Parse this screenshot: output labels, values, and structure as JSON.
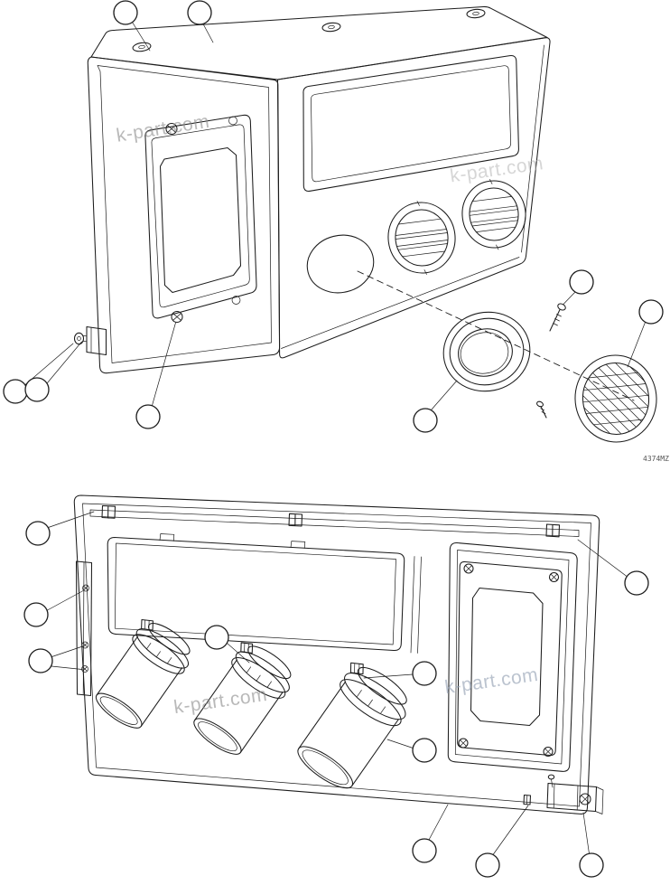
{
  "page": {
    "background": "#ffffff"
  },
  "colors": {
    "ink": "#1c1c1c",
    "watermark_gray": "#8c8c8c",
    "watermark_blue": "#98a4b6"
  },
  "watermarks": [
    "k-part.com",
    "k-part.com",
    "k-part.com",
    "k-part.com"
  ],
  "code": "4374MZ",
  "callouts": {
    "top_view_count": 8,
    "bottom_view_count": 10,
    "labels": []
  }
}
